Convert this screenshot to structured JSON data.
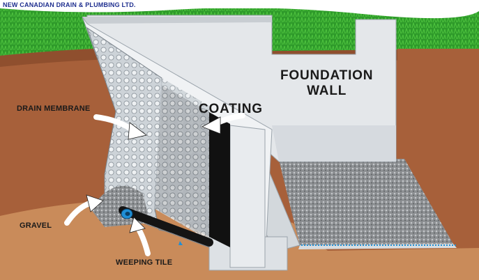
{
  "company": "NEW CANADIAN DRAIN & PLUMBING LTD.",
  "labels": {
    "foundation_line1": "FOUNDATION",
    "foundation_line2": "WALL",
    "coating": "COATING",
    "drain_membrane": "DRAIN MEMBRANE",
    "gravel": "GRAVEL",
    "weeping_tile": "WEEPING TILE"
  },
  "colors": {
    "grass": "#2e9a2a",
    "soil": "#a7603a",
    "concrete": "#e4e7ea",
    "coating": "#141414",
    "membrane": "#cfd5da",
    "arrow": "#ffffff",
    "pipe": "#1f8fd6"
  }
}
